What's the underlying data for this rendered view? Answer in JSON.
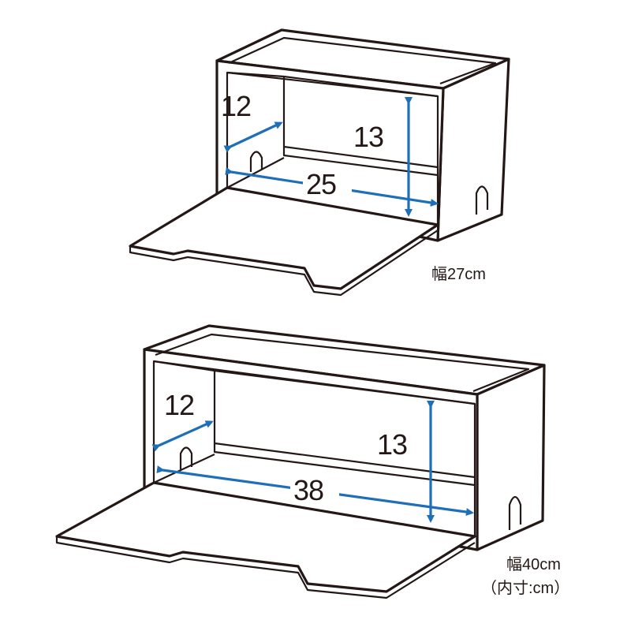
{
  "units_note": "（内寸:cm）",
  "accent_color": "#1e6fb8",
  "cabinets": [
    {
      "id": "small",
      "depth": "12",
      "height": "13",
      "inner_width": "25",
      "outer_width_label": "幅27cm"
    },
    {
      "id": "large",
      "depth": "12",
      "height": "13",
      "inner_width": "38",
      "outer_width_label": "幅40cm"
    }
  ]
}
